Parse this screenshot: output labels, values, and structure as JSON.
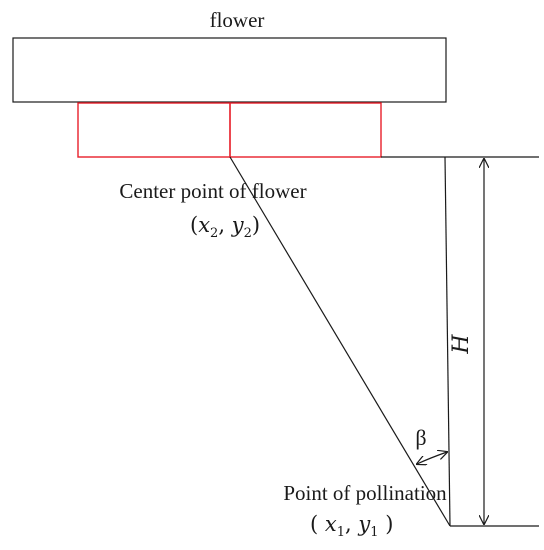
{
  "diagram": {
    "top_label": "flower",
    "center_label": "Center point of flower",
    "center_coord": {
      "open": "(",
      "x": "x",
      "x_sub": "2",
      "sep": ", ",
      "y": "y",
      "y_sub": "2",
      "close": ")"
    },
    "pollination_label": "Point of pollination",
    "pollination_coord": {
      "open": "( ",
      "x": "x",
      "x_sub": "1",
      "sep": ", ",
      "y": "y",
      "y_sub": "1",
      "close": " )"
    },
    "height_label": "H",
    "angle_label": "β"
  },
  "colors": {
    "outline": "#1a1a1a",
    "red_box": "#e8202a"
  }
}
